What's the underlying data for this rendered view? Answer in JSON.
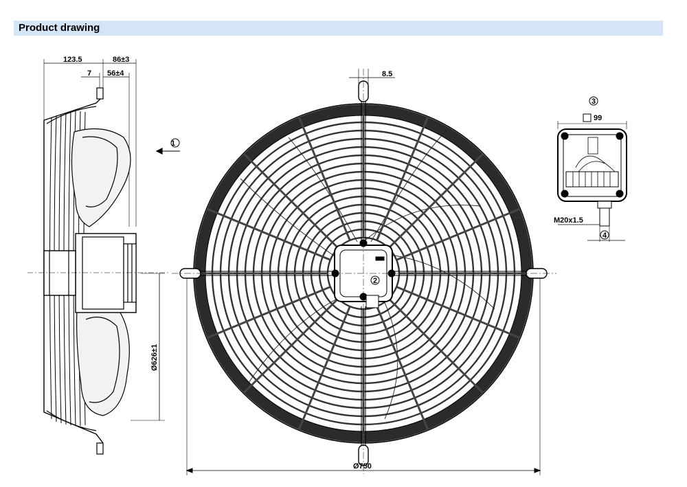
{
  "header": {
    "title": "Product drawing"
  },
  "dimensions": {
    "side_depth": "123.5",
    "side_guard": "86±3",
    "side_offset": "7",
    "side_hub": "56±4",
    "side_diameter": "Ø626±1",
    "front_slot": "8.5",
    "front_diameter": "Ø750",
    "box_size": "99",
    "box_gland": "M20x1.5"
  },
  "callouts": {
    "c1": "1",
    "c2": "2",
    "c3": "3",
    "c4": "4"
  }
}
